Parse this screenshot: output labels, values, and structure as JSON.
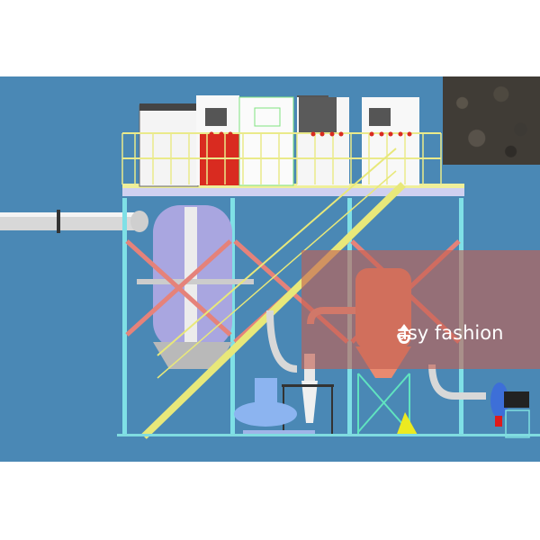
{
  "image": {
    "subject": "Industrial drying/processing plant 3D schematic",
    "background_color": "#4a88b5",
    "page_background": "#ffffff"
  },
  "watermark": {
    "brand_prefix": "e",
    "brand_text": "asy fashion",
    "full_text": "easy fashion",
    "overlay_color": "#c46050"
  },
  "inset_photo": {
    "description": "Dark granular soil/powder product sample"
  },
  "components": [
    {
      "name": "control-cabinets",
      "label": "Control cabinets on platform"
    },
    {
      "name": "platform-railing",
      "label": "Top platform with yellow railing"
    },
    {
      "name": "main-vessel",
      "label": "Main drying tower (purple)"
    },
    {
      "name": "inlet-pipe",
      "label": "Horizontal inlet pipe"
    },
    {
      "name": "staircase",
      "label": "Diagonal staircase"
    },
    {
      "name": "bag-filter",
      "label": "Pulse bag filter"
    },
    {
      "name": "cyclone",
      "label": "Cyclone separator"
    },
    {
      "name": "blower",
      "label": "Induced draft fan"
    },
    {
      "name": "pump-motor",
      "label": "Blue pump unit"
    }
  ]
}
